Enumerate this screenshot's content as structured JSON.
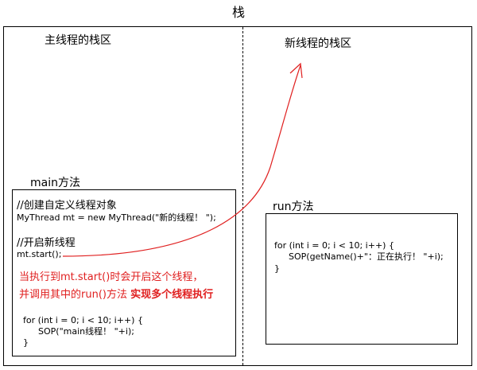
{
  "title": "栈",
  "main_area": {
    "title": "主线程的栈区",
    "method_title": "main方法",
    "comment1": "//创建自定义线程对象",
    "code1": "MyThread mt = new MyThread(\"新的线程！ \");",
    "comment2": "//开启新线程",
    "code2": "mt.start();",
    "note_line1": "当执行到mt.start()时会开启这个线程，",
    "note_line2_prefix": "并调用其中的run()方法",
    "note_line2_bold": "实现多个线程执行",
    "loop_line1": "for (int i = 0; i < 10; i++) {",
    "loop_line2": "SOP(\"main线程！ \"+i);",
    "loop_line3": "}"
  },
  "new_area": {
    "title": "新线程的栈区",
    "method_title": "run方法",
    "loop_line1": "for (int i = 0; i < 10; i++) {",
    "loop_line2": "SOP(getName()+\"：正在执行！ \"+i);",
    "loop_line3": "}"
  },
  "colors": {
    "arrow": "#e02020",
    "note": "#e02020"
  }
}
